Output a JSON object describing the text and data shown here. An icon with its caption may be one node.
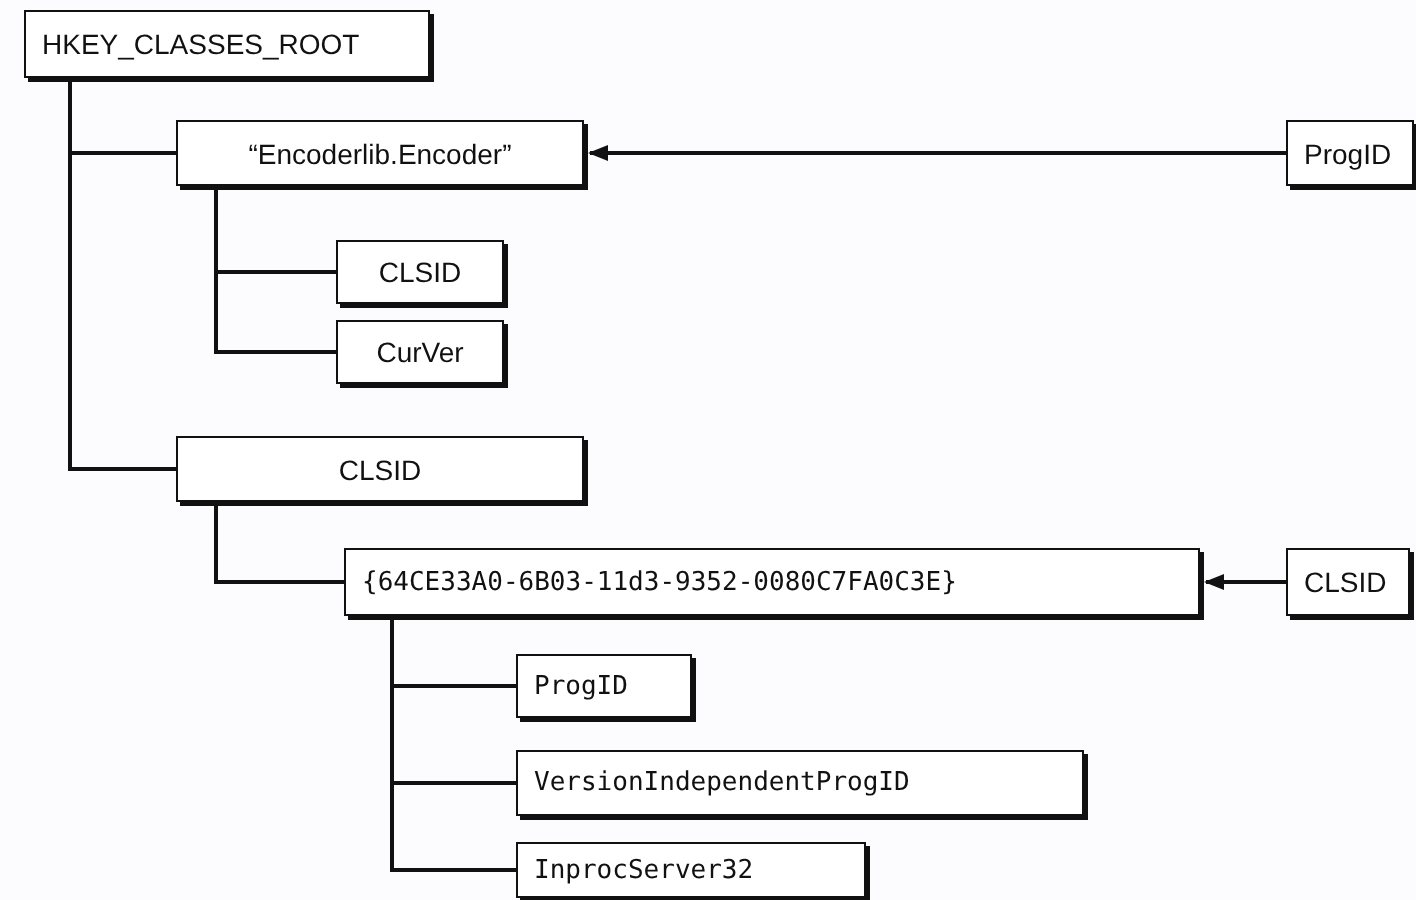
{
  "diagram": {
    "nodes": [
      {
        "text": [
          "HKEY_CLASSES_ROOT"
        ]
      },
      {
        "text": [
          "“Encoderlib.Encoder”"
        ]
      },
      {
        "text": [
          "ProgID"
        ]
      },
      {
        "text": [
          "CLSID"
        ]
      },
      {
        "text": [
          "CurVer"
        ]
      },
      {
        "text": [
          "CLSID"
        ]
      },
      {
        "text": [
          "{64CE33A0-6B03-11d3-9352-0080C7FA0C3E}"
        ]
      },
      {
        "text": [
          "CLSID"
        ]
      },
      {
        "text": [
          "ProgID"
        ]
      },
      {
        "text": [
          "VersionIndependentProgID"
        ]
      },
      {
        "text": [
          "InprocServer32"
        ]
      }
    ],
    "edges": [
      {
        "from": 0,
        "to": 1,
        "arrow": "none"
      },
      {
        "from": 0,
        "to": 5,
        "arrow": "none"
      },
      {
        "from": 1,
        "to": 3,
        "arrow": "none"
      },
      {
        "from": 1,
        "to": 4,
        "arrow": "none"
      },
      {
        "from": 2,
        "to": 1,
        "arrow": "to"
      },
      {
        "from": 5,
        "to": 6,
        "arrow": "none"
      },
      {
        "from": 7,
        "to": 6,
        "arrow": "to"
      },
      {
        "from": 6,
        "to": 8,
        "arrow": "none"
      },
      {
        "from": 6,
        "to": 9,
        "arrow": "none"
      },
      {
        "from": 6,
        "to": 10,
        "arrow": "none"
      }
    ]
  }
}
